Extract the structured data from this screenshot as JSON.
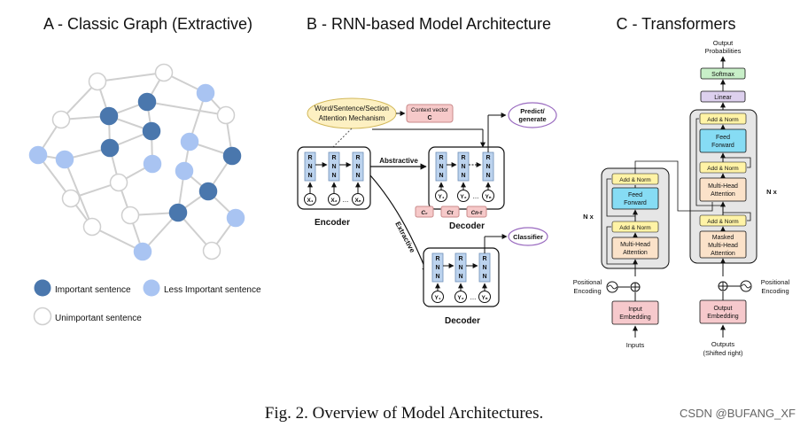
{
  "panels": {
    "a_title": "A - Classic Graph (Extractive)",
    "b_title": "B - RNN-based Model Architecture",
    "c_title": "C - Transformers"
  },
  "legend": {
    "important": "Important sentence",
    "less_important": "Less Important sentence",
    "unimportant": "Unimportant sentence"
  },
  "rnn": {
    "attention_line1": "Word/Sentence/Section",
    "attention_line2": "Attention Mechanism",
    "context_vector": "Context vector",
    "context_c": "C",
    "predict_line1": "Predict/",
    "predict_line2": "generate",
    "classifier": "Classifier",
    "abstractive": "Abstractive",
    "extractive": "Extractive",
    "encoder": "Encoder",
    "decoder": "Decoder",
    "rnn_r": "R",
    "rnn_n": "N",
    "x1": "X₁",
    "x2": "X₂",
    "xn": "Xₙ",
    "y1": "Y₁",
    "y2": "Y₂",
    "yn": "Yₙ",
    "ellipsis": "...",
    "c0": "C₀",
    "ct": "Cτ",
    "cn1": "Cn-τ"
  },
  "transformer": {
    "output_line1": "Output",
    "output_line2": "Probabilities",
    "softmax": "Softmax",
    "linear": "Linear",
    "add_norm": "Add & Norm",
    "feed_line1": "Feed",
    "feed_line2": "Forward",
    "mha_line1": "Multi-Head",
    "mha_line2": "Attention",
    "masked_line1": "Masked",
    "nx": "N x",
    "positional_line1": "Positional",
    "positional_line2": "Encoding",
    "input_emb_line1": "Input",
    "input_emb_line2": "Embedding",
    "output_emb_line1": "Output",
    "output_emb_line2": "Embedding",
    "inputs": "Inputs",
    "outputs_line1": "Outputs",
    "outputs_line2": "(Shifted right)"
  },
  "caption": "Fig. 2.  Overview of Model Architectures.",
  "watermark": "CSDN @BUFANG_XF",
  "colors": {
    "important": "#4a77ad",
    "less_important": "#a9c4f2",
    "unimportant": "#ffffff",
    "edge": "#cfcfcf",
    "rnn_cell": "#bcd3ee",
    "attention_fill": "#fdf0c2",
    "context_fill": "#f6c9c9",
    "predict_stroke": "#9a6bc0",
    "feed_forward": "#86dcf4",
    "attention_block": "#fbe2c9",
    "embedding": "#f6c9cc",
    "softmax": "#c8efc8",
    "linear": "#ddd0ee"
  }
}
